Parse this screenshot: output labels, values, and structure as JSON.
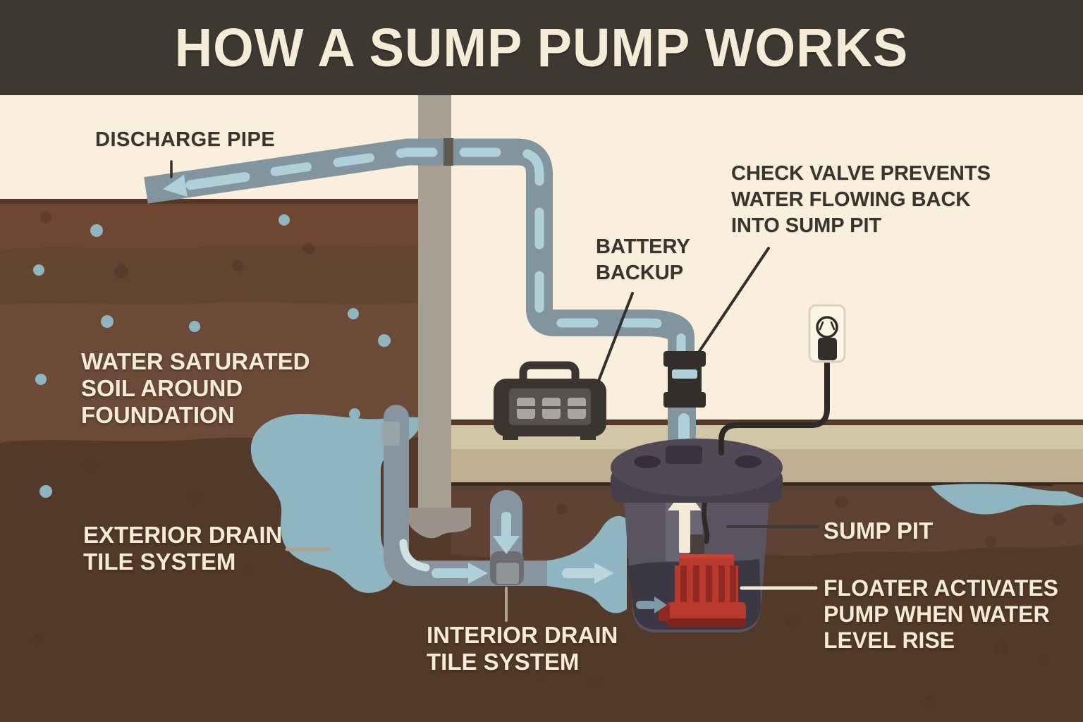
{
  "title": "HOW A SUMP PUMP WORKS",
  "labels": {
    "discharge_pipe": "DISCHARGE PIPE",
    "check_valve": "CHECK VALVE PREVENTS\nWATER FLOWING BACK\nINTO SUMP PIT",
    "battery_backup": "BATTERY\nBACKUP",
    "water_saturated_soil": "WATER SATURATED\nSOIL AROUND\nFOUNDATION",
    "exterior_drain": "EXTERIOR DRAIN\nTILE SYSTEM",
    "interior_drain": "INTERIOR DRAIN\nTILE SYSTEM",
    "sump_pit": "SUMP PIT",
    "floater": "FLOATER ACTIVATES\nPUMP WHEN WATER\nLEVEL RISE"
  },
  "palette": {
    "header_bg": "#3E3833",
    "paper": "#F4ECD7",
    "ink": "#38342E",
    "cream": "#F9EFDC",
    "soil_top": "#6F4631",
    "soil_band2": "#624430",
    "soil_band3": "#6B4A37",
    "soil_deep": "#53392A",
    "soil_right_band": "#5E4233",
    "floor_light": "#D3C6A7",
    "floor_main": "#BFB091",
    "wall_gray": "#A6A094",
    "footing_gray": "#99938A",
    "pipe": "#82949D",
    "pipe_dash": "#AFD0D8",
    "drain_pipe": "#8795A0",
    "water": "#8FB5C1",
    "pit_body": "#5A5564",
    "pit_water": "#3C3744",
    "lid": "#4F4A56",
    "lid_rim": "#443F4A",
    "pump_red": "#B8392E",
    "pump_red_dark": "#8E2A23",
    "device_dark": "#3A3531",
    "cord": "#2E2A28",
    "leader_tan": "#B2A28D",
    "leader_dark": "#33302B"
  }
}
